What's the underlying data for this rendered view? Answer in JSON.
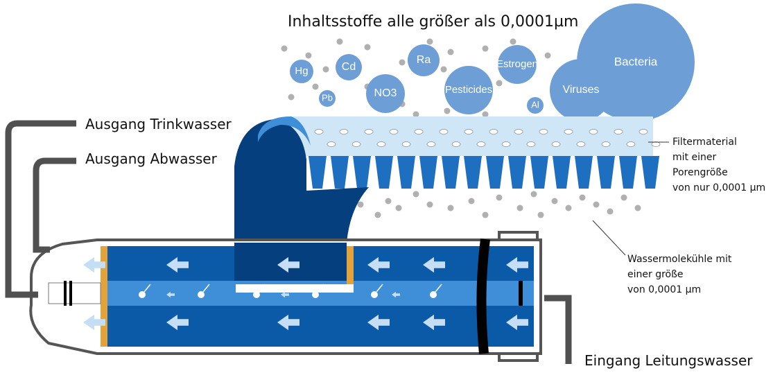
{
  "title": "Inhaltsstoffe alle größer als 0,0001µm",
  "contaminants": [
    {
      "label": "Hg"
    },
    {
      "label": "Pb"
    },
    {
      "label": "Cd"
    },
    {
      "label": "NO3"
    },
    {
      "label": "Ra"
    },
    {
      "label": "Pesticides"
    },
    {
      "label": "Estrogen"
    },
    {
      "label": "Al"
    },
    {
      "label": "Viruses"
    },
    {
      "label": "Bacteria"
    }
  ],
  "labels": {
    "outlet_drinking": "Ausgang Trinkwasser",
    "outlet_waste": "Ausgang Abwasser",
    "inlet": "Eingang Leitungswasser",
    "filter": [
      "Filtermaterial",
      "mit einer",
      "Porengröße",
      "von nur 0,0001 µm"
    ],
    "molecules": [
      "Wassermolekühle mit",
      "einer größe",
      "von 0,0001 µm"
    ]
  },
  "colors": {
    "circle": "#6d9fd6",
    "dark_blue": "#0b5aa8",
    "mid_blue": "#3f8fd8",
    "navy": "#063f7e",
    "membrane": "#cfe6f7",
    "pipe": "#505050",
    "arrow": "#c6def3",
    "seal": "#e3a23a",
    "dot": "#b0b0b0"
  }
}
